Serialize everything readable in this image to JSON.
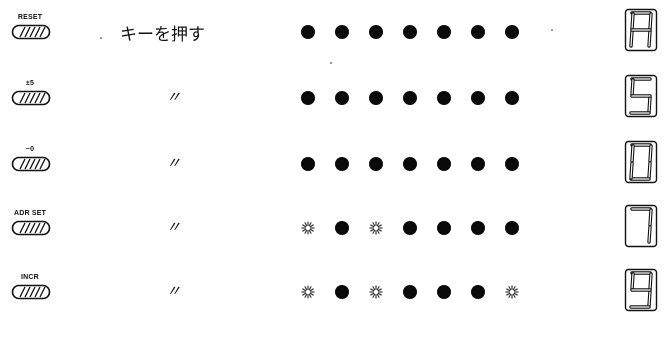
{
  "rows": [
    {
      "key_label": "RESET",
      "action": "キーを押す",
      "leds": [
        "solid",
        "solid",
        "solid",
        "solid",
        "solid",
        "solid",
        "solid"
      ],
      "display": "A"
    },
    {
      "key_label": "±5",
      "action": "〃",
      "leds": [
        "solid",
        "solid",
        "solid",
        "solid",
        "solid",
        "solid",
        "solid"
      ],
      "display": "S"
    },
    {
      "key_label": "−0",
      "action": "〃",
      "leds": [
        "solid",
        "solid",
        "solid",
        "solid",
        "solid",
        "solid",
        "solid"
      ],
      "display": "0"
    },
    {
      "key_label": "ADR SET",
      "action": "〃",
      "leds": [
        "blinking",
        "solid",
        "blinking",
        "solid",
        "solid",
        "solid",
        "solid"
      ],
      "display": "7"
    },
    {
      "key_label": "INCR",
      "action": "〃",
      "leds": [
        "blinking",
        "solid",
        "blinking",
        "solid",
        "solid",
        "solid",
        "blinking"
      ],
      "display": "9"
    }
  ]
}
